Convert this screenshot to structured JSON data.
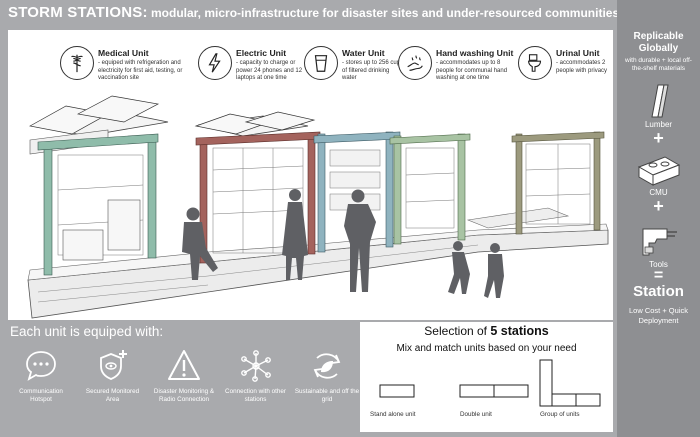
{
  "title": {
    "bold": "STORM STATIONS:",
    "rest": " modular, micro-infrastructure for disaster sites and under-resourced communities"
  },
  "units": [
    {
      "name": "Medical Unit",
      "desc": "- equiped with refrigeration and electricity for first aid, testing, or vaccination site",
      "icon": "medical-caduceus-icon"
    },
    {
      "name": "Electric Unit",
      "desc": "- capacity to charge or power 24 phones and 12 laptops at one time",
      "icon": "lightning-icon"
    },
    {
      "name": "Water Unit",
      "desc": "- stores up to 256 cups of filtered drinking water",
      "icon": "water-cup-icon"
    },
    {
      "name": "Hand washing Unit",
      "desc": "- accommodates up to 8 people for communal hand washing at one time",
      "icon": "hand-washing-icon"
    },
    {
      "name": "Urinal Unit",
      "desc": "- accommodates 2 people with privacy",
      "icon": "toilet-icon"
    }
  ],
  "sidebar": {
    "header": "Replicable Globally",
    "subheader": "with durable + local off-the-shelf materials",
    "materials": [
      {
        "label": "Lumber",
        "icon": "lumber-icon"
      },
      {
        "label": "CMU",
        "icon": "cmu-block-icon"
      },
      {
        "label": "Tools",
        "icon": "drill-icon"
      }
    ],
    "plus": "+",
    "equals": "=",
    "result": "Station",
    "result_note": "Low Cost + Quick Deployment"
  },
  "features": {
    "heading": "Each unit is equiped with:",
    "items": [
      {
        "label": "Communication Hotspot",
        "icon": "speech-bubble-icon"
      },
      {
        "label": "Secured Monitored Area",
        "icon": "shield-plus-icon"
      },
      {
        "label": "Disaster Monitoring & Radio Connection",
        "icon": "warning-triangle-icon"
      },
      {
        "label": "Connection with other stations",
        "icon": "network-icon"
      },
      {
        "label": "Sustainable and off the grid",
        "icon": "recycle-leaf-icon"
      }
    ]
  },
  "selection": {
    "title_pre": "Selection of ",
    "title_count": "5 stations",
    "subtitle": "Mix and match units based on your need",
    "layouts": [
      {
        "label": "Stand alone unit"
      },
      {
        "label": "Double unit"
      },
      {
        "label": "Group of units"
      }
    ]
  },
  "colors": {
    "background": "#a9aaad",
    "sidebar": "#8e8f92",
    "medical_frame": "#8fbcaa",
    "electric_frame": "#a4635d",
    "water_frame": "#8fb3bf",
    "handwash_frame": "#a8c3a3",
    "urinal_frame": "#9c9a7e"
  }
}
